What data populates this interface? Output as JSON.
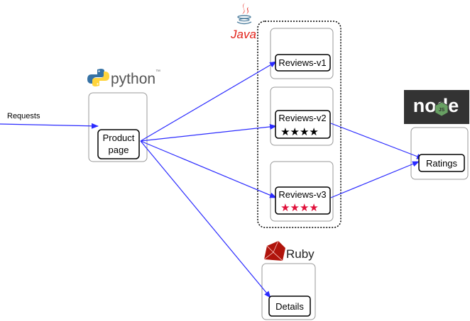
{
  "input": {
    "label": "Requests"
  },
  "services": {
    "productpage": {
      "label_line1": "Product",
      "label_line2": "page",
      "language": "python"
    },
    "reviews_v1": {
      "label": "Reviews-v1"
    },
    "reviews_v2": {
      "label": "Reviews-v2",
      "stars": "★★★★",
      "star_color": "#000000"
    },
    "reviews_v3": {
      "label": "Reviews-v3",
      "stars": "★★★★",
      "star_color": "#e0103a"
    },
    "ratings": {
      "label": "Ratings",
      "language": "node"
    },
    "details": {
      "label": "Details",
      "language": "Ruby"
    }
  },
  "languages": {
    "java": "Java",
    "python": "python",
    "python_tm": "™",
    "node": "node",
    "node_js": "JS",
    "ruby": "Ruby"
  },
  "colors": {
    "arrow": "#2b2bff",
    "java_red": "#e2231a",
    "java_blue": "#5382a1",
    "python_blue": "#3672a4",
    "python_yellow": "#ffd43b",
    "node_dark": "#333333",
    "node_green": "#68a063",
    "ruby_red": "#b0140c"
  }
}
